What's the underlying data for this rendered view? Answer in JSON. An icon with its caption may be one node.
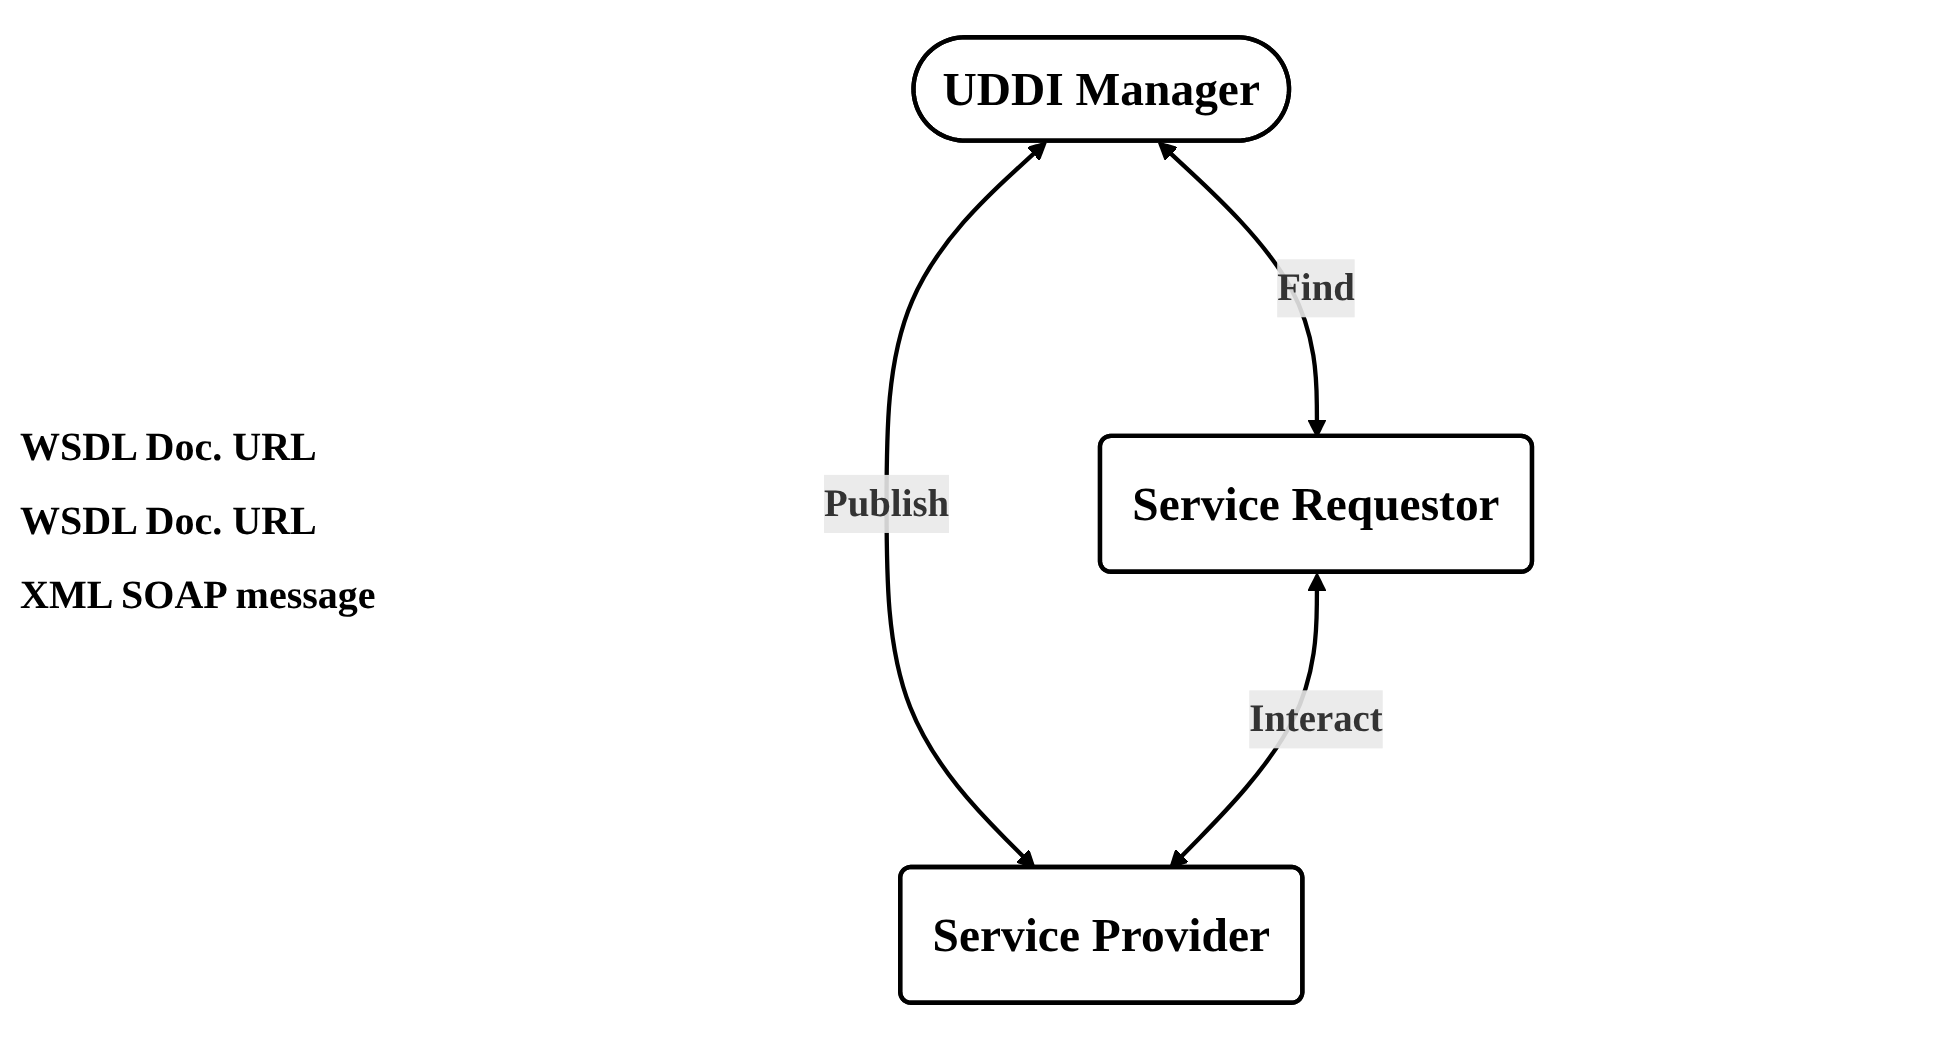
{
  "diagram": {
    "nodes": [
      {
        "text": [
          "UDDI Manager"
        ]
      },
      {
        "text": [
          "Service Requestor"
        ]
      },
      {
        "text": [
          "Service Provider"
        ]
      }
    ],
    "edges": [
      {
        "from": 0,
        "to": 1,
        "arrow": "both",
        "label": "Find"
      },
      {
        "from": 0,
        "to": 2,
        "arrow": "both",
        "label": "Publish"
      },
      {
        "from": 1,
        "to": 2,
        "arrow": "both",
        "label": "Interact"
      }
    ],
    "labels": [
      "WSDL Doc. URL",
      "WSDL Doc. URL",
      "XML SOAP message"
    ]
  }
}
